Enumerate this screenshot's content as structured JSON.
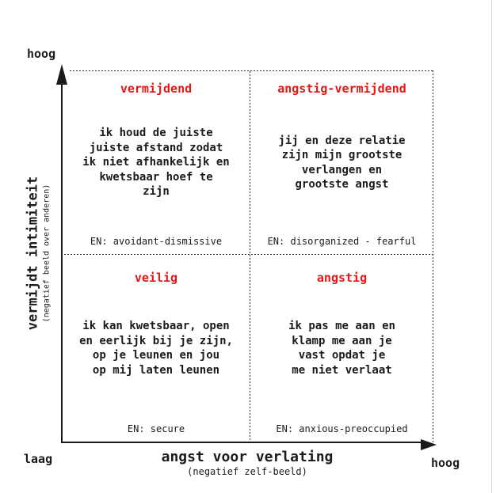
{
  "colors": {
    "accent_red": "#e41717",
    "text": "#1b1b1b",
    "line": "#2e2e2e"
  },
  "y_axis": {
    "title": "vermijdt intimiteit",
    "subtitle": "(negatief beeld over anderen)",
    "top_label": "hoog",
    "bottom_label": "laag"
  },
  "x_axis": {
    "title": "angst voor verlating",
    "subtitle": "(negatief zelf-beeld)",
    "right_label": "hoog"
  },
  "quadrants": {
    "top_left": {
      "title": "vermijdend",
      "body": "ik houd de juiste\njuiste afstand zodat\nik niet afhankelijk en\nkwetsbaar hoef te\nzijn",
      "en_label": "EN: avoidant-dismissive"
    },
    "top_right": {
      "title": "angstig-vermijdend",
      "body": "jij en deze relatie\nzijn mijn grootste\nverlangen en\ngrootste angst",
      "en_label": "EN: disorganized - fearful"
    },
    "bottom_left": {
      "title": "veilig",
      "body": "ik kan kwetsbaar, open\nen eerlijk bij je zijn,\nop je leunen en jou\nop mij laten leunen",
      "en_label": "EN: secure"
    },
    "bottom_right": {
      "title": "angstig",
      "body": "ik pas me aan en\nklamp me aan je\nvast opdat je\nme niet verlaat",
      "en_label": "EN: anxious-preoccupied"
    }
  }
}
